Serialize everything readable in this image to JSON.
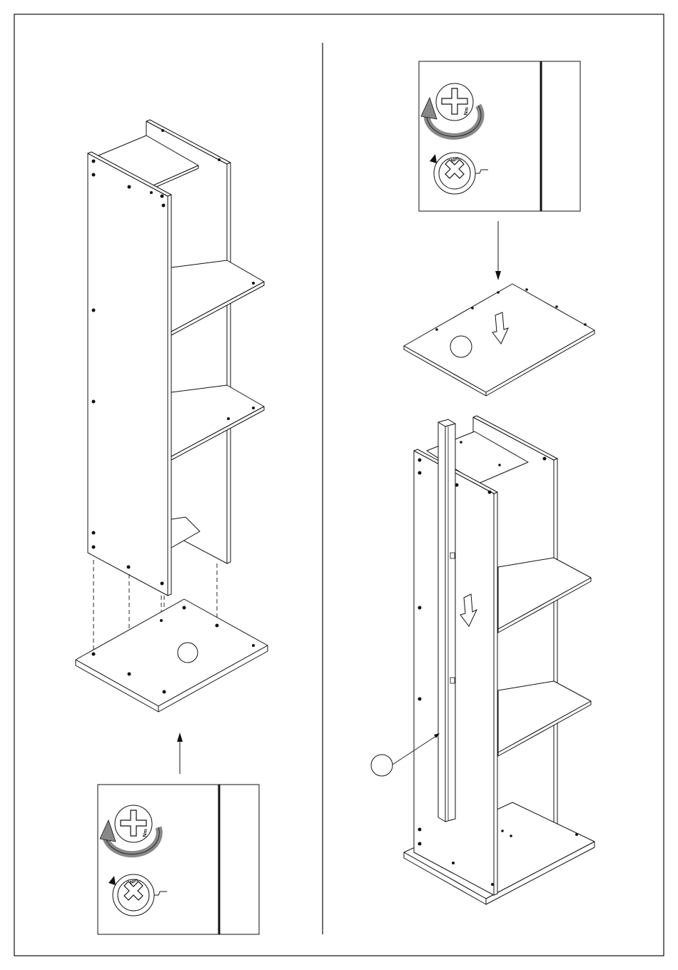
{
  "page": {
    "border_color": "#111111",
    "background": "#ffffff"
  },
  "steps": [
    {
      "id": "left-step",
      "callout_label": "",
      "tool_box": {
        "screw_head_mark": "Nm",
        "icons": [
          "screwdriver-rotate-ccw-icon",
          "screw-tighten-cw-icon"
        ]
      }
    },
    {
      "id": "right-step",
      "callout_label": "",
      "second_callout_label": "",
      "tool_box": {
        "screw_head_mark": "Nm",
        "icons": [
          "screwdriver-rotate-ccw-icon",
          "screw-tighten-cw-icon"
        ]
      }
    }
  ],
  "colors": {
    "line": "#111111",
    "rotation_arrow": "#888888"
  }
}
